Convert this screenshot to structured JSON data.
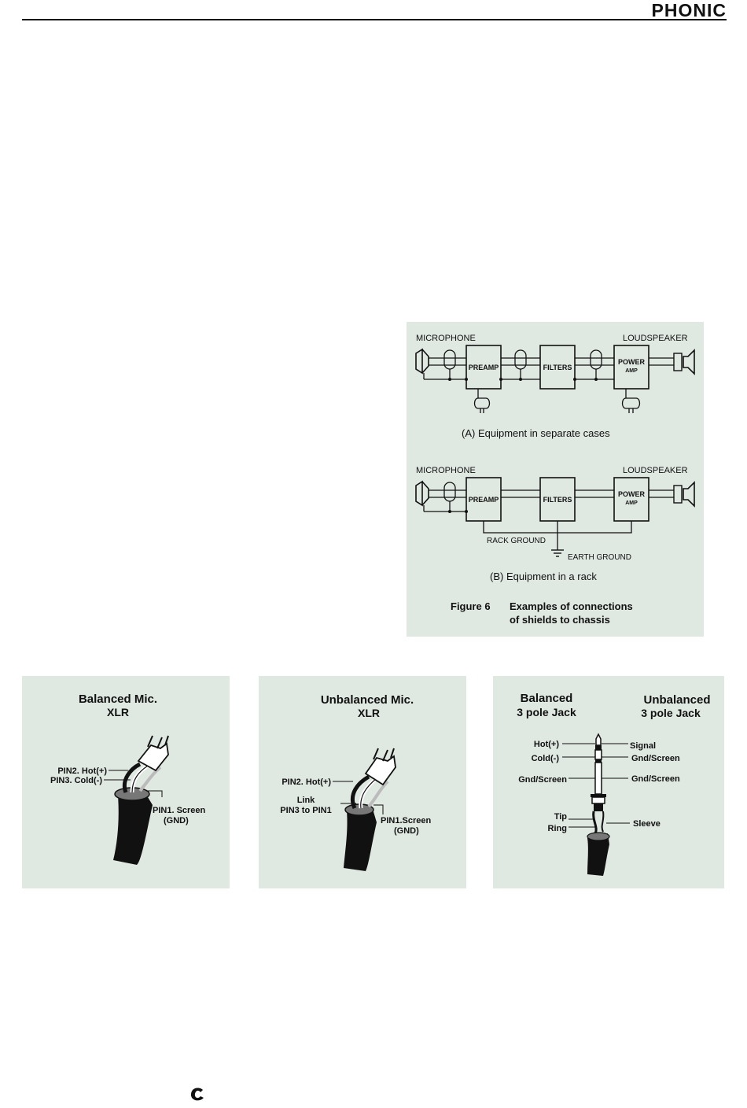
{
  "header": {
    "brand": "PHONIC"
  },
  "figure6": {
    "diagram_a": {
      "mic_label": "MICROPHONE",
      "speaker_label": "LOUDSPEAKER",
      "preamp_label": "PREAMP",
      "filters_label": "FILTERS",
      "power_amp_label_1": "POWER",
      "power_amp_label_2": "AMP",
      "caption": "(A) Equipment in separate cases"
    },
    "diagram_b": {
      "mic_label": "MICROPHONE",
      "speaker_label": "LOUDSPEAKER",
      "preamp_label": "PREAMP",
      "filters_label": "FILTERS",
      "power_amp_label_1": "POWER",
      "power_amp_label_2": "AMP",
      "rack_ground_label": "RACK GROUND",
      "earth_ground_label": "EARTH GROUND",
      "caption": "(B) Equipment in a rack"
    },
    "figure_number": "Figure 6",
    "figure_title_1": "Examples of connections",
    "figure_title_2": "of shields to chassis"
  },
  "connectors": {
    "balanced_xlr": {
      "title_1": "Balanced Mic.",
      "title_2": "XLR",
      "pin2": "PIN2. Hot(+)",
      "pin3": "PIN3. Cold(-)",
      "pin1_1": "PIN1. Screen",
      "pin1_2": "(GND)"
    },
    "unbalanced_xlr": {
      "title_1": "Unbalanced Mic.",
      "title_2": "XLR",
      "pin2": "PIN2. Hot(+)",
      "link_1": "Link",
      "link_2": "PIN3 to PIN1",
      "pin1_1": "PIN1.Screen",
      "pin1_2": "(GND)"
    },
    "jack": {
      "balanced_title_1": "Balanced",
      "balanced_title_2": "3 pole Jack",
      "unbalanced_title_1": "Unbalanced",
      "unbalanced_title_2": "3 pole Jack",
      "hot": "Hot(+)",
      "cold": "Cold(-)",
      "gnd_screen_left": "Gnd/Screen",
      "signal": "Signal",
      "gnd_screen_right_1": "Gnd/Screen",
      "gnd_screen_right_2": "Gnd/Screen",
      "tip": "Tip",
      "ring": "Ring",
      "sleeve": "Sleeve"
    }
  }
}
